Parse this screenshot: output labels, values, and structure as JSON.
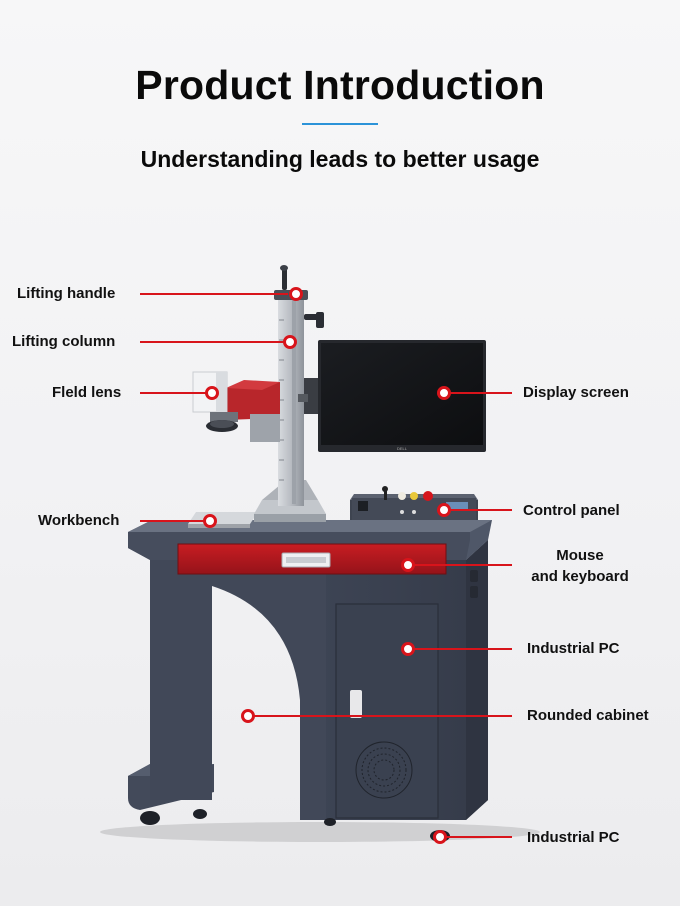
{
  "header": {
    "title": "Product Introduction",
    "subtitle": "Understanding leads to better usage"
  },
  "colors": {
    "accent": "#2c93d8",
    "callout_red": "#d8141b",
    "cabinet_gray": "#3f4656",
    "drawer_red": "#b3151a"
  },
  "callouts": {
    "lifting_handle": "Lifting handle",
    "lifting_column": "Lifting column",
    "field_lens": "Fleld lens",
    "workbench": "Workbench",
    "display_screen": "Display screen",
    "control_panel": "Control panel",
    "mouse_keyboard_line1": "Mouse",
    "mouse_keyboard_line2": "and keyboard",
    "industrial_pc": "Industrial PC",
    "rounded_cabinet": "Rounded cabinet",
    "industrial_pc_2": "Industrial PC"
  }
}
